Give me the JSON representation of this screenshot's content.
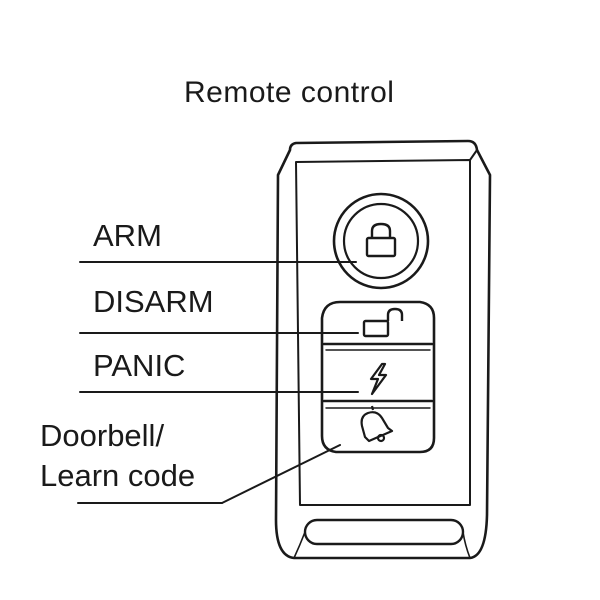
{
  "title": "Remote control",
  "labels": {
    "arm": "ARM",
    "disarm": "DISARM",
    "panic": "PANIC",
    "doorbell_line1": "Doorbell/",
    "doorbell_line2": "Learn code"
  },
  "icons": {
    "arm": "padlock-closed-icon",
    "disarm": "padlock-open-icon",
    "panic": "lightning-bolt-icon",
    "doorbell": "bell-icon"
  },
  "colors": {
    "ink": "#1a1a1a",
    "background": "#ffffff"
  }
}
